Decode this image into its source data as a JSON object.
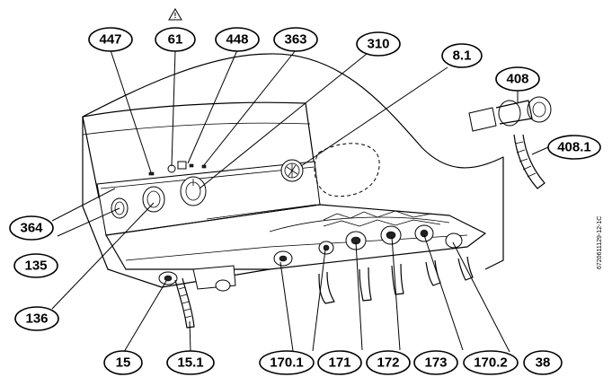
{
  "drawing_code": "6720611129-12-1C",
  "warning_symbol": "!",
  "callouts": [
    {
      "id": "447",
      "label": "447"
    },
    {
      "id": "61",
      "label": "61"
    },
    {
      "id": "448",
      "label": "448"
    },
    {
      "id": "363",
      "label": "363"
    },
    {
      "id": "310",
      "label": "310"
    },
    {
      "id": "8-1",
      "label": "8.1"
    },
    {
      "id": "408",
      "label": "408"
    },
    {
      "id": "408-1",
      "label": "408.1"
    },
    {
      "id": "364",
      "label": "364"
    },
    {
      "id": "135",
      "label": "135"
    },
    {
      "id": "136",
      "label": "136"
    },
    {
      "id": "15",
      "label": "15"
    },
    {
      "id": "15-1",
      "label": "15.1"
    },
    {
      "id": "170-1",
      "label": "170.1"
    },
    {
      "id": "171",
      "label": "171"
    },
    {
      "id": "172",
      "label": "172"
    },
    {
      "id": "173",
      "label": "173"
    },
    {
      "id": "170-2",
      "label": "170.2"
    },
    {
      "id": "38",
      "label": "38"
    }
  ]
}
